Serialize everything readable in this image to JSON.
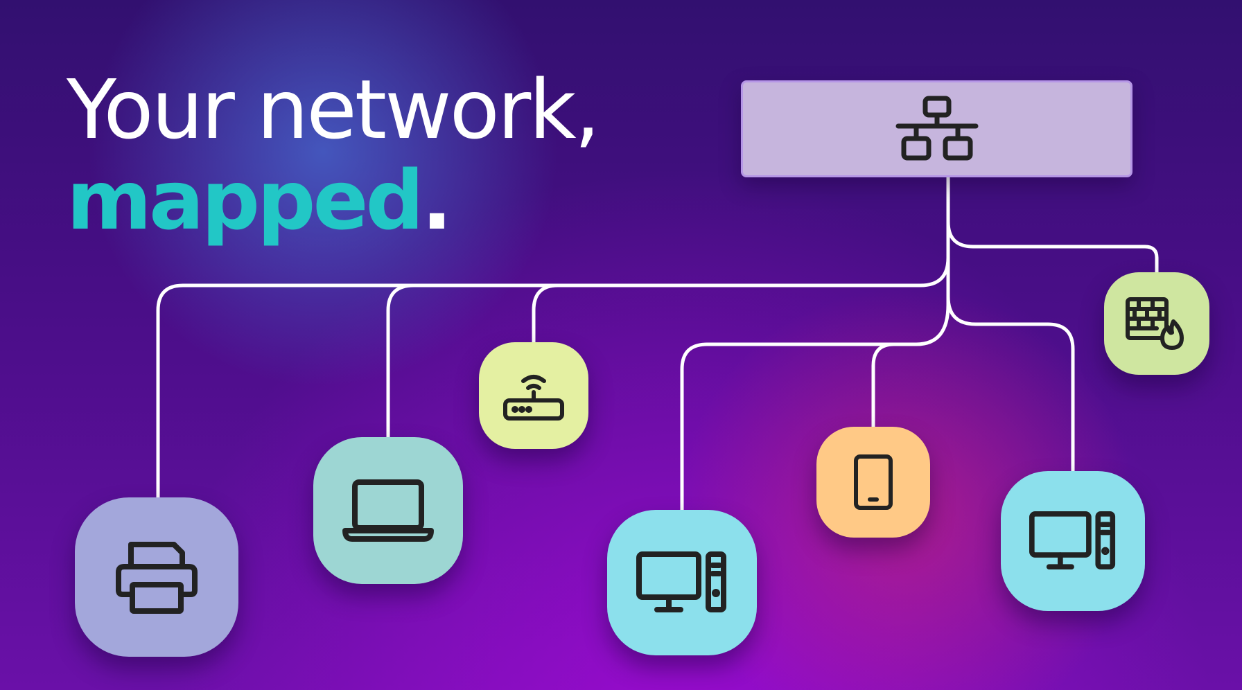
{
  "headline": {
    "line1": "Your network,",
    "line2": "mapped",
    "line2_end": "."
  },
  "colors": {
    "headline_white": "#ffffff",
    "headline_accent": "#22c7c6",
    "hub": "#c6b5dd",
    "printer": "#a3a7db",
    "laptop": "#9dd6d3",
    "router": "#e4f0a2",
    "desktop": "#8ce0ec",
    "phone": "#ffc986",
    "firewall": "#cfe6a0",
    "connector": "#ffffff"
  },
  "diagram": {
    "hub_icon": "network-switch-icon",
    "nodes": [
      {
        "id": "printer",
        "icon": "printer-icon"
      },
      {
        "id": "laptop",
        "icon": "laptop-icon"
      },
      {
        "id": "router",
        "icon": "wifi-router-icon"
      },
      {
        "id": "desktop-1",
        "icon": "desktop-computer-icon"
      },
      {
        "id": "phone",
        "icon": "smartphone-icon"
      },
      {
        "id": "desktop-2",
        "icon": "desktop-computer-icon"
      },
      {
        "id": "firewall",
        "icon": "firewall-icon"
      }
    ]
  }
}
